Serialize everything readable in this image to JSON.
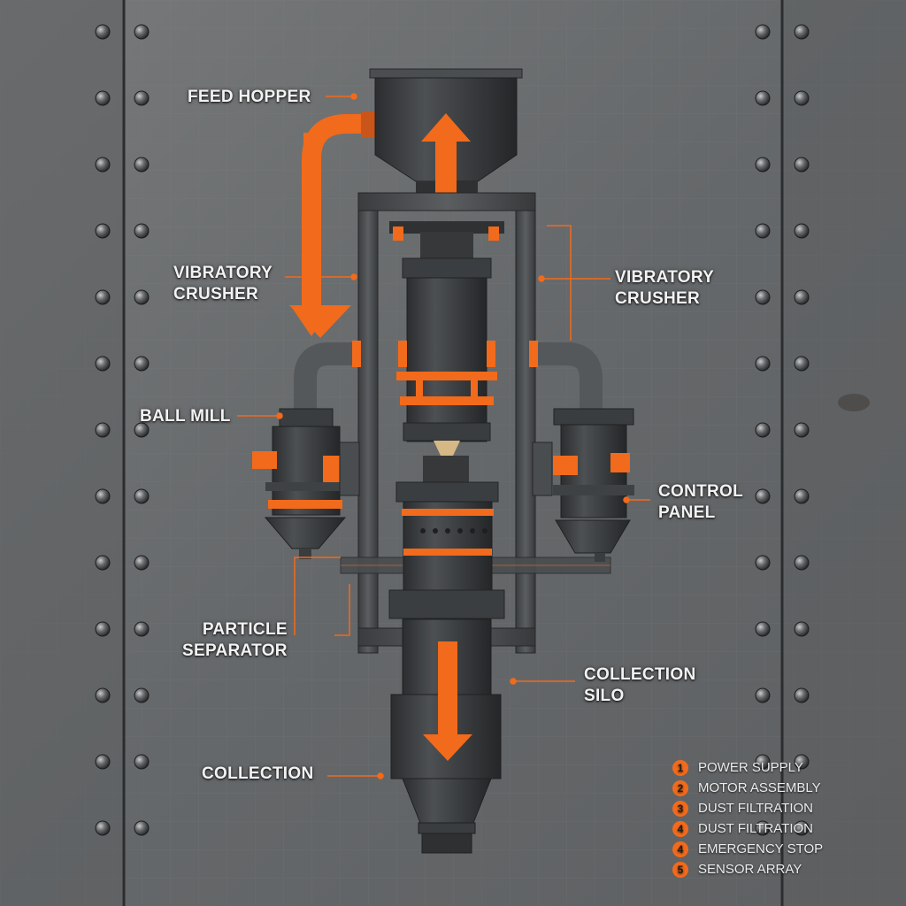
{
  "colors": {
    "accent": "#f26a1b",
    "steel": "#3c3e40",
    "steel_light": "#55585b",
    "panel": "#6b6d6e",
    "label_text": "#f2f2f2"
  },
  "labels": {
    "feed_hopper": "FEED HOPPER",
    "vibratory_crusher_left": [
      "VIBRATORY",
      "CRUSHER"
    ],
    "vibratory_crusher_right": [
      "VIBRATORY",
      "CRUSHER"
    ],
    "ball_mill": "BALL MILL",
    "control_panel": [
      "CONTROL",
      "PANEL"
    ],
    "particle_separator": [
      "PARTICLE",
      "SEPARATOR"
    ],
    "collection_silo": [
      "COLLECTION",
      "SILO"
    ],
    "collection": "COLLECTION"
  },
  "legend": [
    {
      "number": "1",
      "text": "POWER SUPPLY"
    },
    {
      "number": "2",
      "text": "MOTOR ASSEMBLY"
    },
    {
      "number": "3",
      "text": "DUST FILTRATION"
    },
    {
      "number": "4",
      "text": "DUST FILTRATION"
    },
    {
      "number": "4",
      "text": "EMERGENCY STOP"
    },
    {
      "number": "5",
      "text": "SENSOR ARRAY"
    }
  ],
  "icons": [
    "flow-arrow-up-icon",
    "flow-arrow-down-icon",
    "rivet-icon"
  ]
}
